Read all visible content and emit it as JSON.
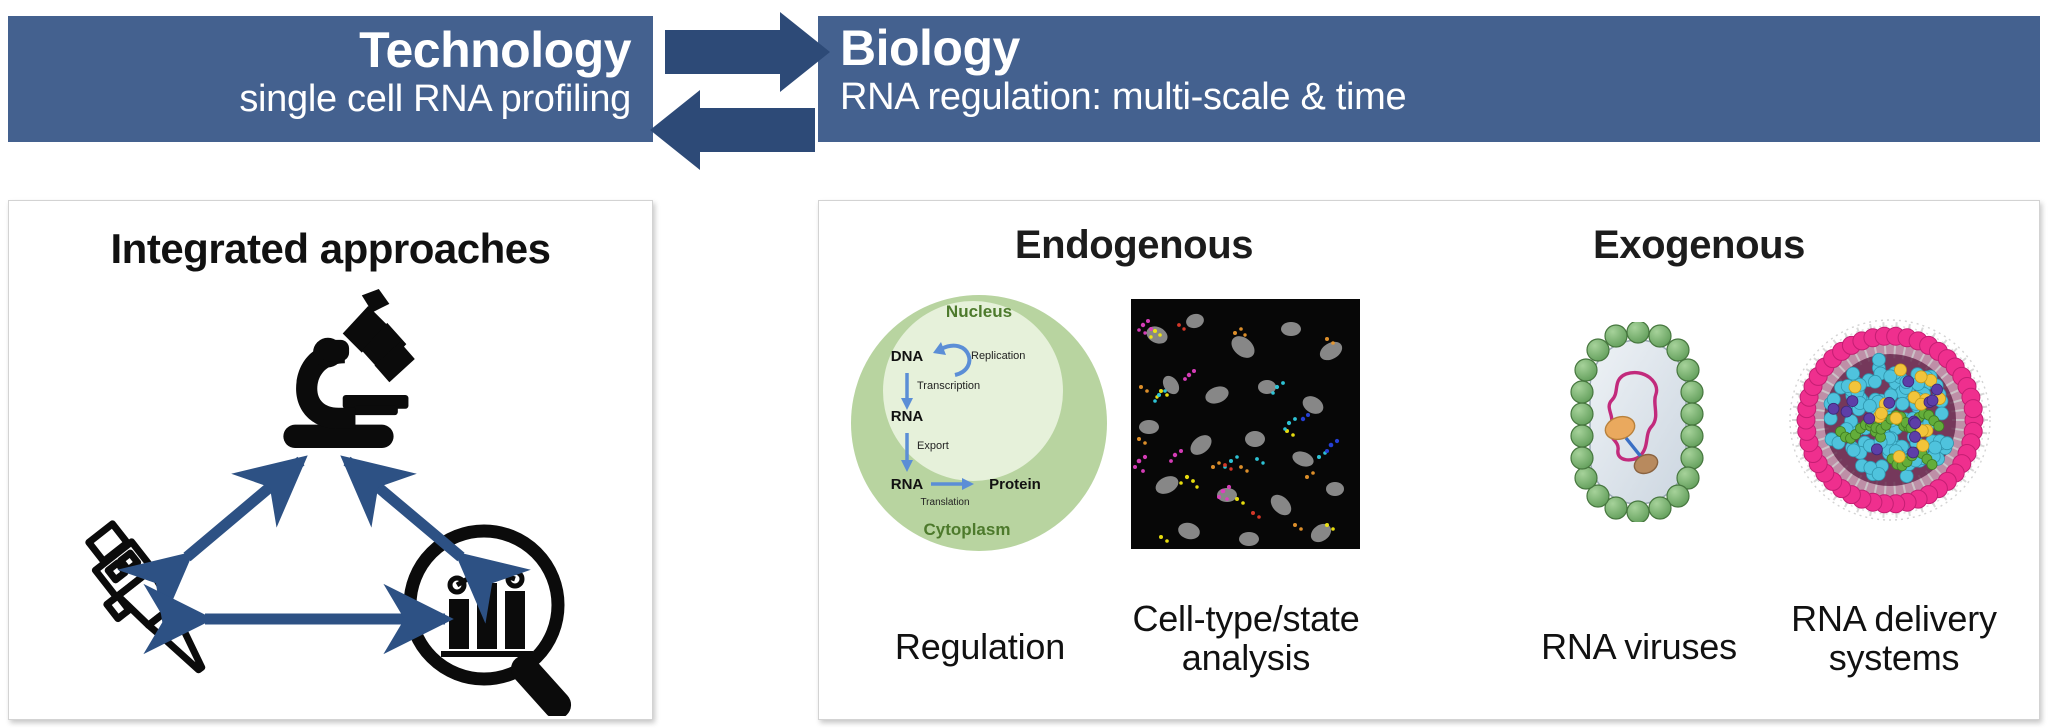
{
  "panels": {
    "technology": {
      "title": "Technology",
      "subtitle": "single cell RNA profiling",
      "band_color": "#44618f"
    },
    "biology": {
      "title": "Biology",
      "subtitle": "RNA regulation: multi-scale & time",
      "band_color": "#44618f"
    }
  },
  "arrows": {
    "forward": {
      "name": "technology-to-biology-arrow",
      "direction": "right",
      "color": "#2d4a77"
    },
    "backward": {
      "name": "biology-to-technology-arrow",
      "direction": "left",
      "color": "#2d4a77"
    }
  },
  "left_card": {
    "title": "Integrated approaches",
    "nodes": [
      {
        "id": "microscope",
        "icon": "microscope-icon",
        "position": "top"
      },
      {
        "id": "pipette",
        "icon": "pipette-icon",
        "position": "bottom-left"
      },
      {
        "id": "analysis",
        "icon": "chart-magnifier-icon",
        "position": "bottom-right"
      }
    ],
    "connections": [
      {
        "from": "pipette",
        "to": "microscope",
        "style": "double-headed"
      },
      {
        "from": "analysis",
        "to": "microscope",
        "style": "double-headed"
      },
      {
        "from": "pipette",
        "to": "analysis",
        "style": "double-headed"
      }
    ],
    "arrow_color": "#2d5184"
  },
  "right_card": {
    "columns": [
      {
        "heading": "Endogenous",
        "items": [
          {
            "caption": "Regulation",
            "figure": "central-dogma-cell-diagram"
          },
          {
            "caption": "Cell-type/state analysis",
            "figure": "fluorescence-microscopy-image"
          }
        ]
      },
      {
        "heading": "Exogenous",
        "items": [
          {
            "caption": "RNA viruses",
            "figure": "enveloped-virus-illustration"
          },
          {
            "caption": "RNA delivery systems",
            "figure": "lipid-nanoparticle-illustration"
          }
        ]
      }
    ]
  },
  "cell_diagram": {
    "nucleus_label": "Nucleus",
    "cytoplasm_label": "Cytoplasm",
    "nodes": [
      "DNA",
      "RNA",
      "RNA",
      "Protein"
    ],
    "dna_label": "DNA",
    "rna_nuclear_label": "RNA",
    "rna_cyto_label": "RNA",
    "protein_label": "Protein",
    "processes": {
      "replication": "Replication",
      "transcription": "Transcription",
      "export": "Export",
      "translation": "Translation"
    },
    "colors": {
      "cytoplasm": "#b9d3a0",
      "nucleus": "#e2efd5",
      "label_green": "#4d7a2c",
      "arrow_blue": "#5b8ed6",
      "text": "#111111"
    }
  },
  "colors": {
    "band": "#44618f",
    "arrow_dark": "#2d4a77",
    "arrow_mid": "#2d5184",
    "card_border": "#d3d3d3",
    "page_bg": "#ffffff",
    "icon_black": "#111111"
  }
}
